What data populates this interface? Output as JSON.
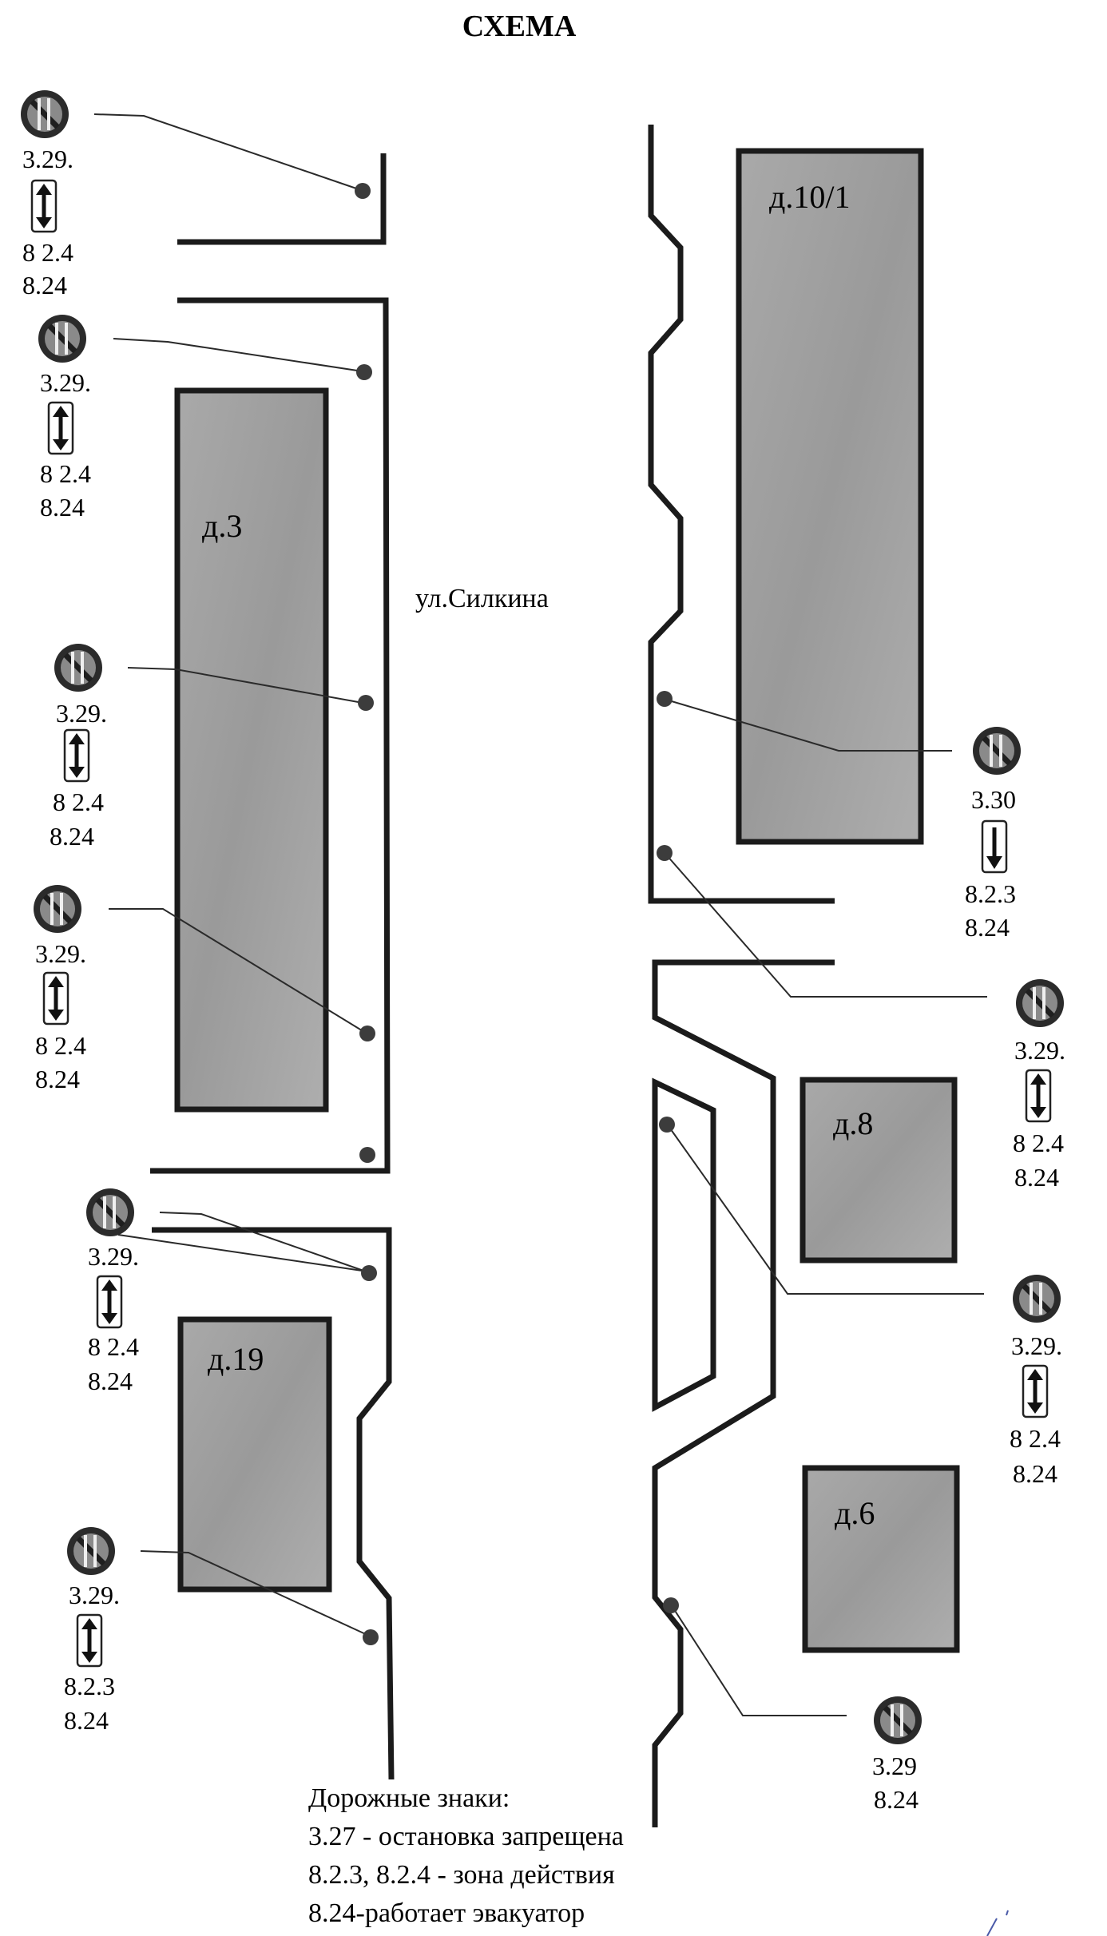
{
  "title": "СХЕМА",
  "street": "ул.Силкина",
  "buildings": [
    {
      "id": "b10-1",
      "label": "д.10/1"
    },
    {
      "id": "b3",
      "label": "д.3"
    },
    {
      "id": "b8",
      "label": "д.8"
    },
    {
      "id": "b19",
      "label": "д.19"
    },
    {
      "id": "b6",
      "label": "д.6"
    }
  ],
  "signs": [
    {
      "code": "3.29.",
      "plate": "8 2.4",
      "evac": "8.24",
      "arrow": "both"
    },
    {
      "code": "3.29.",
      "plate": "8 2.4",
      "evac": "8.24",
      "arrow": "both"
    },
    {
      "code": "3.29.",
      "plate": "8 2.4",
      "evac": "8.24",
      "arrow": "both"
    },
    {
      "code": "3.29.",
      "plate": "8 2.4",
      "evac": "8.24",
      "arrow": "both"
    },
    {
      "code": "3.29.",
      "plate": "8 2.4",
      "evac": "8.24",
      "arrow": "both"
    },
    {
      "code": "3.29.",
      "plate": "8.2.3",
      "evac": "8.24",
      "arrow": "both"
    },
    {
      "code": "3.30",
      "plate": "8.2.3",
      "evac": "8.24",
      "arrow": "down"
    },
    {
      "code": "3.29.",
      "plate": "8 2.4",
      "evac": "8.24",
      "arrow": "both"
    },
    {
      "code": "3.29.",
      "plate": "8 2.4",
      "evac": "8.24",
      "arrow": "both"
    },
    {
      "code": "3.29",
      "plate": "",
      "evac": "8.24",
      "arrow": "none"
    }
  ],
  "legend": {
    "heading": "Дорожные знаки:",
    "line1": "3.27 - остановка запрещена",
    "line2": "8.2.3, 8.2.4 - зона действия",
    "line3": "8.24-работает эвакуатор"
  }
}
